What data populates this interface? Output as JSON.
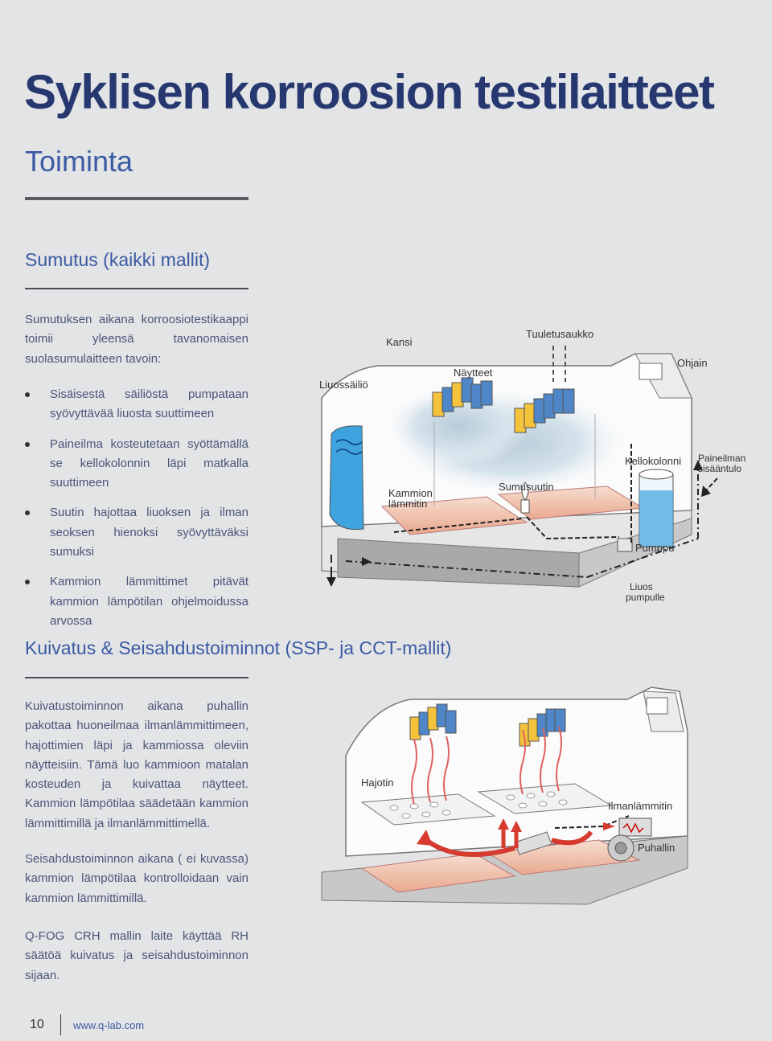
{
  "title": "Syklisen korroosion testilaitteet",
  "subtitle": "Toiminta",
  "section1": {
    "heading": "Sumutus (kaikki mallit)",
    "intro": "Sumutuksen aikana korroosiotestikaappi toimii yleensä tavanomaisen suolasumulaitteen tavoin:",
    "bullets": [
      "Sisäisestä säiliöstä pumpataan syövyttävää liuosta suuttimeen",
      "Paineilma kosteutetaan syöttämällä se kellokolonnin läpi matkalla suuttimeen",
      "Suutin hajottaa liuoksen ja ilman seoksen hienoksi syövyttäväksi sumuksi",
      "Kammion lämmittimet pitävät kammion lämpötilan ohjelmoidussa arvossa"
    ]
  },
  "figure1": {
    "labels": {
      "kansi": "Kansi",
      "tuuletusaukko": "Tuuletusaukko",
      "ohjain": "Ohjain",
      "liuossailio": "Liuossäiliö",
      "naytteet": "Näytteet",
      "kellokolonni": "Kellokolonni",
      "paineilman_1": "Paineilman",
      "paineilman_2": "sisääntulo",
      "kammion_1": "Kammion",
      "kammion_2": "lämmitin",
      "sumusuutin": "Sumusuutin",
      "pumppu": "Pumppu",
      "liuos_1": "Liuos",
      "liuos_2": "pumpulle"
    }
  },
  "section2": {
    "heading": "Kuivatus & Seisahdustoiminnot (SSP- ja CCT-mallit)",
    "p1": "Kuivatustoiminnon aikana puhallin pakottaa huoneilmaa ilmanlämmittimeen, hajottimien läpi ja kammiossa oleviin näytteisiin. Tämä luo kammioon matalan kosteuden ja kuivattaa näytteet. Kammion lämpötilaa säädetään kammion lämmittimillä ja ilmanlämmittimellä.",
    "p2": "Seisahdustoiminnon aikana ( ei kuvassa) kammion lämpötilaa kontrolloidaan vain kammion lämmittimillä.",
    "p3": "Q-FOG CRH mallin laite käyttää RH säätöä kuivatus ja seisahdustoiminnon sijaan."
  },
  "figure2": {
    "labels": {
      "hajotin": "Hajotin",
      "ilmanlammitin": "Ilmanlämmitin",
      "puhallin": "Puhallin"
    }
  },
  "footer": {
    "page": "10",
    "url": "www.q-lab.com"
  },
  "colors": {
    "title": "#26386f",
    "heading": "#3b5aa3",
    "body_text": "#4a5578",
    "background": "#e3e4e6"
  }
}
